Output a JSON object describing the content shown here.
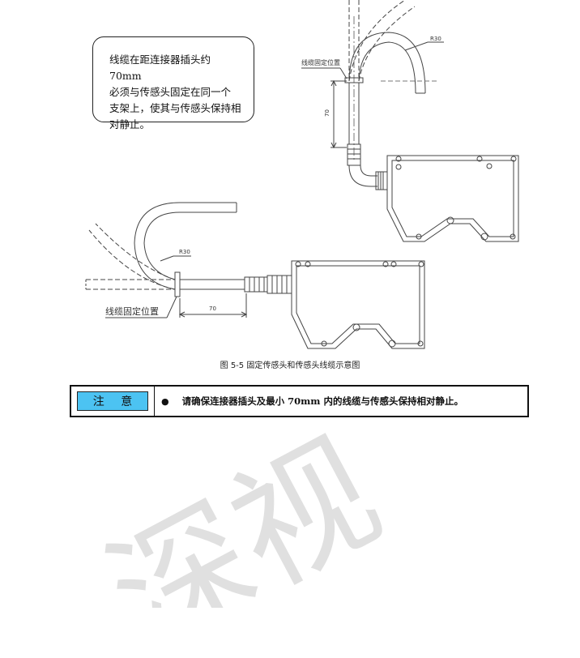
{
  "callout": {
    "text": "线缆在距连接器插头约 70mm\n必须与传感头固定在同一个\n支架上，使其与传感头保持相\n对静止。"
  },
  "diagram_top": {
    "radius_label": "R30",
    "fix_label": "线缆固定位置",
    "dimension_label": "70"
  },
  "diagram_bottom": {
    "radius_label": "R30",
    "fix_label": "线缆固定位置",
    "dimension_label": "70"
  },
  "caption": "图 5-5   固定传感头和传感头线缆示意图",
  "notice": {
    "tag": "注 意",
    "bullet": "●",
    "text": "请确保连接器插头及最小 70mm 内的线缆与传感头保持相对静止。"
  },
  "watermark": "深视"
}
